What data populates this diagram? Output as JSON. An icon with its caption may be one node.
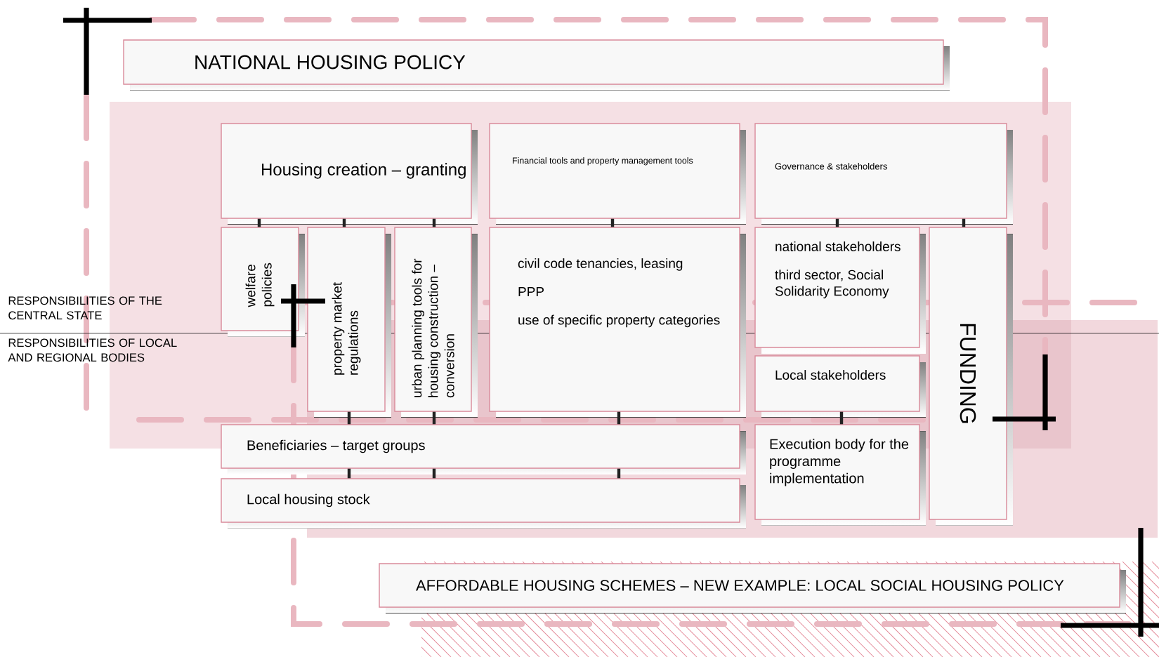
{
  "diagram": {
    "nodes": [
      {
        "text": [
          "NATIONAL HOUSING POLICY"
        ]
      },
      {
        "text": [
          "Housing creation – granting"
        ]
      },
      {
        "text": [
          "Financial tools and property management tools"
        ]
      },
      {
        "text": [
          "Governance & stakeholders"
        ]
      },
      {
        "text": [
          "welfare policies"
        ]
      },
      {
        "text": [
          "property market regulations"
        ]
      },
      {
        "text": [
          "urban planning tools for housing construction – conversion"
        ]
      },
      {
        "text": [
          "civil code tenancies, leasing",
          "PPP",
          "use of specific property categories"
        ]
      },
      {
        "text": [
          "national stakeholders",
          "third sector, Social Solidarity Economy"
        ]
      },
      {
        "text": [
          "Local stakeholders"
        ]
      },
      {
        "text": [
          "FUNDING"
        ]
      },
      {
        "text": [
          "Beneficiaries – target groups"
        ]
      },
      {
        "text": [
          "Local housing stock"
        ]
      },
      {
        "text": [
          "Execution body for the programme implementation"
        ]
      },
      {
        "text": [
          "AFFORDABLE HOUSING SCHEMES – NEW EXAMPLE: LOCAL SOCIAL HOUSING POLICY"
        ]
      }
    ],
    "edges": [
      {
        "from": 1,
        "to": 4,
        "arrow": "none"
      },
      {
        "from": 1,
        "to": 5,
        "arrow": "none"
      },
      {
        "from": 1,
        "to": 6,
        "arrow": "none"
      },
      {
        "from": 2,
        "to": 7,
        "arrow": "none"
      },
      {
        "from": 3,
        "to": 8,
        "arrow": "none"
      },
      {
        "from": 3,
        "to": 10,
        "arrow": "none"
      },
      {
        "from": 5,
        "to": 11,
        "arrow": "none"
      },
      {
        "from": 6,
        "to": 11,
        "arrow": "none"
      },
      {
        "from": 7,
        "to": 11,
        "arrow": "none"
      },
      {
        "from": 9,
        "to": 13,
        "arrow": "none"
      },
      {
        "from": 11,
        "to": 12,
        "arrow": "none"
      },
      {
        "from": 11,
        "to": 12,
        "arrow": "none"
      },
      {
        "from": 11,
        "to": 12,
        "arrow": "none"
      }
    ],
    "labels": [
      "RESPONSIBILITIES OF THE CENTRAL STATE",
      "RESPONSIBILITIES OF LOCAL AND REGIONAL BODIES"
    ]
  }
}
